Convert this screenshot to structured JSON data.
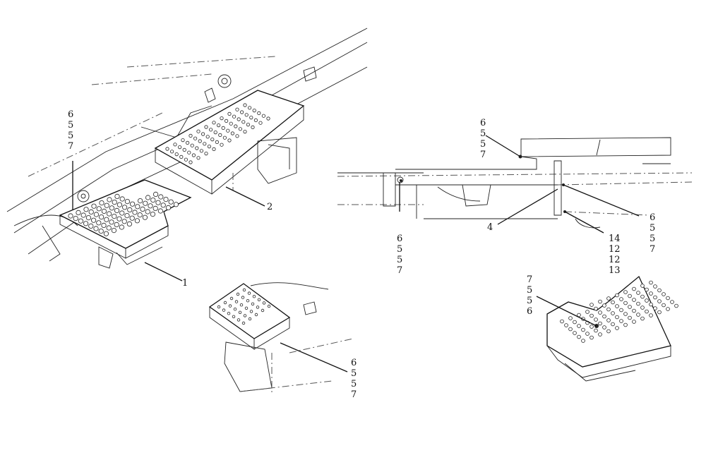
{
  "callouts": {
    "left_stack": [
      "6",
      "5",
      "5",
      "7"
    ],
    "item_1": "1",
    "item_2": "2",
    "bottom_stack": [
      "6",
      "5",
      "5",
      "7"
    ],
    "right_top_stack": [
      "6",
      "5",
      "5",
      "7"
    ],
    "right_left_stack": [
      "6",
      "5",
      "5",
      "7"
    ],
    "item_4": "4",
    "right_mid_stack": [
      "6",
      "5",
      "5",
      "7"
    ],
    "right_low_stack": [
      "14",
      "12",
      "12",
      "13"
    ],
    "detail_stack": [
      "7",
      "5",
      "5",
      "6"
    ]
  }
}
